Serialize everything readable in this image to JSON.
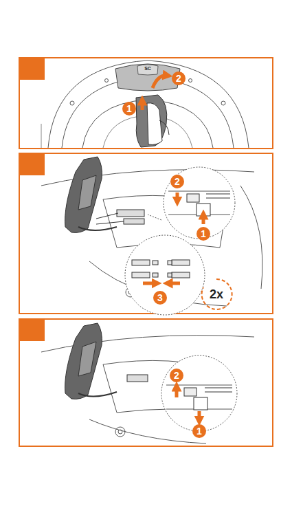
{
  "diagram": {
    "labels": [
      "SC",
      "2",
      "1",
      "2",
      "1",
      "3",
      "2x",
      "2",
      "1"
    ]
  }
}
